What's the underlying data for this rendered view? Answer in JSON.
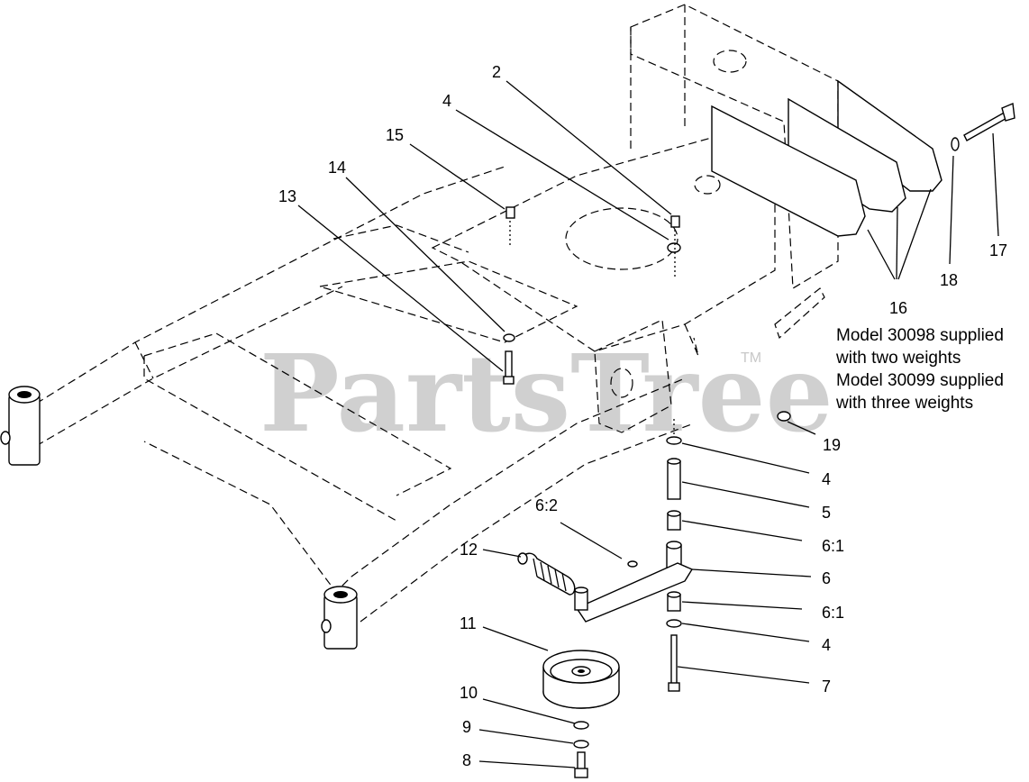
{
  "watermark": {
    "text": "PartsTree",
    "trademark": "TM"
  },
  "note_lines": [
    "Model 30098 supplied",
    "with two weights",
    "Model 30099 supplied",
    "with three weights"
  ],
  "callouts": {
    "c2": "2",
    "c4a": "4",
    "c15": "15",
    "c14": "14",
    "c13": "13",
    "c16": "16",
    "c17": "17",
    "c18": "18",
    "c19": "19",
    "c4b": "4",
    "c5": "5",
    "c6_1a": "6:1",
    "c6": "6",
    "c6_1b": "6:1",
    "c4c": "4",
    "c7": "7",
    "c6_2": "6:2",
    "c12": "12",
    "c11": "11",
    "c10": "10",
    "c9": "9",
    "c8": "8"
  }
}
